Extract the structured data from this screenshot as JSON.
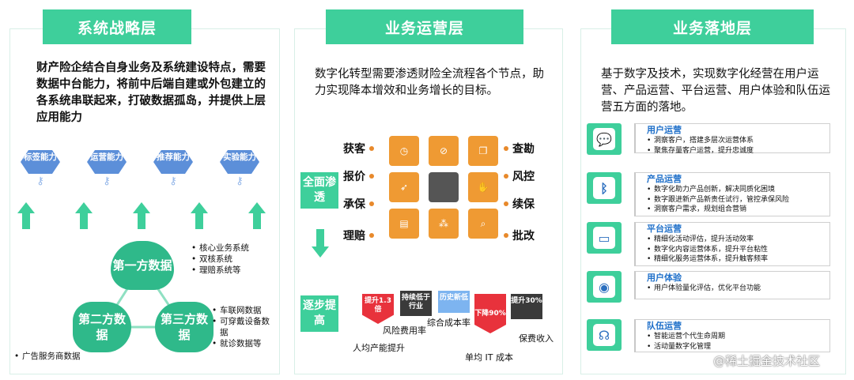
{
  "panels": {
    "strategy": {
      "title": "系统战略层",
      "intro": "财产险企结合自身业务及系统建设特点，需要数据中台能力，将前中后端自建或外包建立的各系统串联起来，打破数据孤岛，并提供上层应用能力",
      "capabilities": [
        "标签能力",
        "运营能力",
        "推荐能力",
        "实验能力"
      ],
      "sources": [
        {
          "label": "第一方数据",
          "items": [
            "核心业务系统",
            "双核系统",
            "理赔系统等"
          ]
        },
        {
          "label": "第二方数据",
          "items": [
            "广告服务商数据"
          ]
        },
        {
          "label": "第三方数据",
          "items": [
            "车联网数据",
            "可穿戴设备数据",
            "就诊数据等"
          ]
        }
      ]
    },
    "operations": {
      "title": "业务运营层",
      "intro": "数字化转型需要渗透财险全流程各个节点，助力实现降本增效和业务增长的目标。",
      "left_labels": [
        "获客",
        "报价",
        "承保",
        "理赔"
      ],
      "right_labels": [
        "查勘",
        "风控",
        "续保",
        "批改"
      ],
      "box1": "全面渗透",
      "box2": "逐步提高",
      "bars": [
        {
          "text": "提升1.3倍",
          "color": "#e8323c"
        },
        {
          "text": "持续低于行业",
          "color": "#3a3a3a"
        },
        {
          "text": "历史新低",
          "color": "#7db4f0"
        },
        {
          "text": "下降90%",
          "color": "#e8323c"
        },
        {
          "text": "提升30%",
          "color": "#3a3a3a"
        }
      ],
      "bar_labels": [
        "人均产能提升",
        "风险费用率",
        "综合成本率",
        "单均 IT 成本",
        "保费收入"
      ]
    },
    "landing": {
      "title": "业务落地层",
      "intro": "基于数字及技术，实现数字化经营在用户运营、产品运营、平台运营、用户体验和队伍运营五方面的落地。",
      "cards": [
        {
          "title": "用户运营",
          "icon": "wechat-icon",
          "items": [
            "洞察客户，搭建多层次运营体系",
            "聚焦存量客户运营，提升忠诚度"
          ]
        },
        {
          "title": "产品运营",
          "icon": "bluetooth-icon",
          "items": [
            "数字化助力产品创新，解决同质化困境",
            "数字跟进新产品新责任试行，管控承保风险",
            "洞察客户需求，规划组合营销"
          ]
        },
        {
          "title": "平台运营",
          "icon": "monitor-icon",
          "items": [
            "精细化活动评估，提升活动效率",
            "数字化内容运营体系，提升平台粘性",
            "精细化服务运营体系，提升触客频率"
          ]
        },
        {
          "title": "用户体验",
          "icon": "camera-icon",
          "items": [
            "用户体验量化评估，优化平台功能"
          ]
        },
        {
          "title": "队伍运营",
          "icon": "headset-icon",
          "items": [
            "智能运营个代生命周期",
            "活动量数字化管理"
          ]
        }
      ]
    }
  },
  "watermark": "@稀土掘金技术社区",
  "colors": {
    "accent": "#3ecf9b",
    "puzzle": "#ef9a33",
    "blue": "#1e6fc9"
  }
}
